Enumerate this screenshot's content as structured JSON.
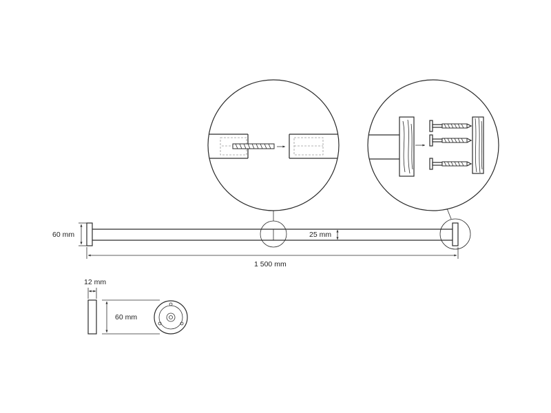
{
  "dimensions": {
    "end_cap_height": "60 mm",
    "rail_diameter": "25 mm",
    "total_length": "1 500 mm",
    "cap_thickness": "12 mm",
    "cap_diameter": "60 mm"
  },
  "colors": {
    "line": "#2a2a2a",
    "hidden_line": "#9a9a9a",
    "background": "#ffffff"
  }
}
